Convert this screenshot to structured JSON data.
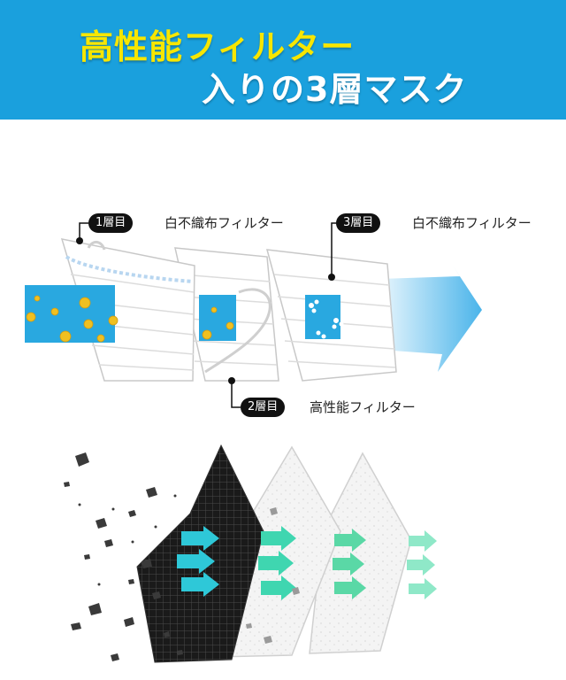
{
  "banner": {
    "title_line1": "高性能フィルター",
    "title_line2": "入りの3層マスク"
  },
  "layers": [
    {
      "badge": "1層目",
      "label": "白不織布フィルター"
    },
    {
      "badge": "2層目",
      "label": "高性能フィルター"
    },
    {
      "badge": "3層目",
      "label": "白不織布フィルター"
    }
  ],
  "colors": {
    "banner_bg": "#1aa0dd",
    "title_yellow": "#f7e600",
    "filter_blue": "#29a8e0",
    "particle_gold": "#f0c020",
    "arrow_cyan": "#2ec8d8",
    "arrow_mint": "#3fd6b0"
  }
}
